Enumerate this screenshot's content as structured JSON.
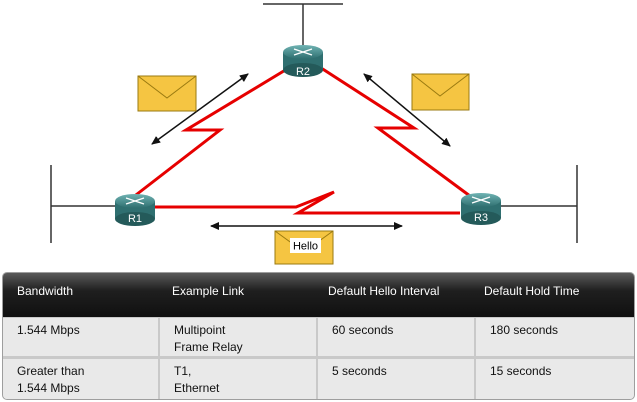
{
  "routers": {
    "r1": "R1",
    "r2": "R2",
    "r3": "R3"
  },
  "hello_label": "Hello",
  "colors": {
    "link": "#e60000",
    "envelope": "#f5c542",
    "router": "#3f8a8a"
  },
  "table": {
    "headers": [
      "Bandwidth",
      "Example Link",
      "Default Hello Interval",
      "Default Hold Time"
    ],
    "rows": [
      [
        [
          "1.544 Mbps"
        ],
        [
          "Multipoint",
          "Frame Relay"
        ],
        [
          "60 seconds"
        ],
        [
          "180 seconds"
        ]
      ],
      [
        [
          "Greater than",
          "1.544 Mbps"
        ],
        [
          "T1,",
          "Ethernet"
        ],
        [
          "5 seconds"
        ],
        [
          "15 seconds"
        ]
      ]
    ]
  }
}
